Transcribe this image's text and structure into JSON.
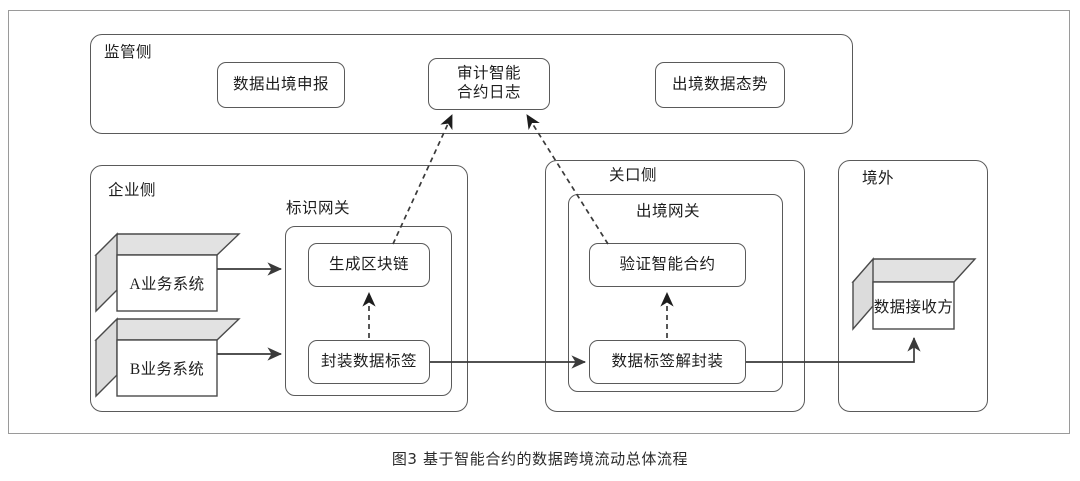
{
  "figure": {
    "caption": "图3  基于智能合约的数据跨境流动总体流程"
  },
  "zones": {
    "regulator": {
      "label": "监管侧"
    },
    "enterprise": {
      "label": "企业侧"
    },
    "customs": {
      "label": "关口侧"
    },
    "overseas": {
      "label": "境外"
    }
  },
  "subzones": {
    "identity_gateway": {
      "label": "标识网关"
    },
    "exit_gateway": {
      "label": "出境网关"
    }
  },
  "boxes": {
    "data_export_declaration": {
      "label": "数据出境申报"
    },
    "audit_contract_log": {
      "line1": "审计智能",
      "line2": "合约日志"
    },
    "export_data_situation": {
      "label": "出境数据态势"
    },
    "generate_blockchain": {
      "label": "生成区块链"
    },
    "encapsulate_data_tag": {
      "label": "封装数据标签"
    },
    "verify_smart_contract": {
      "label": "验证智能合约"
    },
    "decapsulate_data_tag": {
      "label": "数据标签解封装"
    }
  },
  "cubes": {
    "system_a": {
      "label": "A业务系统"
    },
    "system_b": {
      "label": "B业务系统"
    },
    "data_receiver": {
      "label": "数据接收方"
    }
  },
  "colors": {
    "frame_gray": "#9a9a9a",
    "stroke_dark": "#5a5a5a",
    "cube_face_gray": "#e2e2e2",
    "text": "#1d1d1d",
    "background": "#ffffff"
  }
}
